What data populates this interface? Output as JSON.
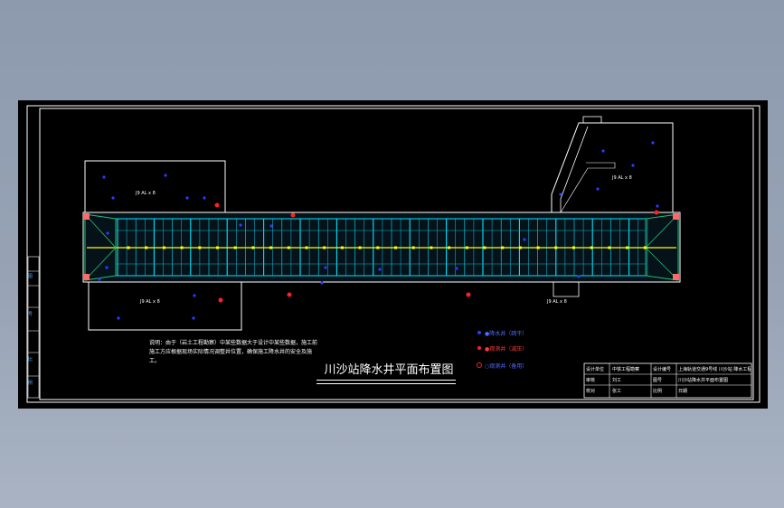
{
  "drawing": {
    "title": "川沙站降水井平面布置图",
    "note": "说明：由于（岩土工程勘察）中某些数据大于设计中某些数据，施工前施工方应根据现场实际情况调整井位置，确保施工降水井的安全及施工。",
    "zone_labels": [
      "J9 AL x 8",
      "J9 AL x 8",
      "J9 AL x 8",
      "J9 AL x 8"
    ]
  },
  "legend": [
    {
      "symbol": "blue-dot",
      "label": "●降水井（疏干）"
    },
    {
      "symbol": "red-dot",
      "label": "●观测井（减压）"
    },
    {
      "symbol": "red-circle",
      "label": "○观测井（备用）"
    }
  ],
  "title_block": {
    "rows": [
      [
        "设计单位",
        "中铁工程勘察",
        "设计编号",
        "上海轨道交通9号线 川沙站 降水工程"
      ],
      [
        "审核",
        "刘工",
        "图号",
        "川沙站降水井平面布置图"
      ],
      [
        "校对",
        "张工",
        "比例",
        "日期"
      ]
    ]
  },
  "side_tabs": [
    "图",
    "号",
    "比",
    "例"
  ],
  "colors": {
    "sheet": "#000000",
    "frame": "#ffffff",
    "grid": "#00e5ff",
    "well_blue": "#2a3cff",
    "well_red": "#ff2020",
    "axis": "#ffff00",
    "corner": "#ff6b6b",
    "hatch": "#20c070"
  }
}
